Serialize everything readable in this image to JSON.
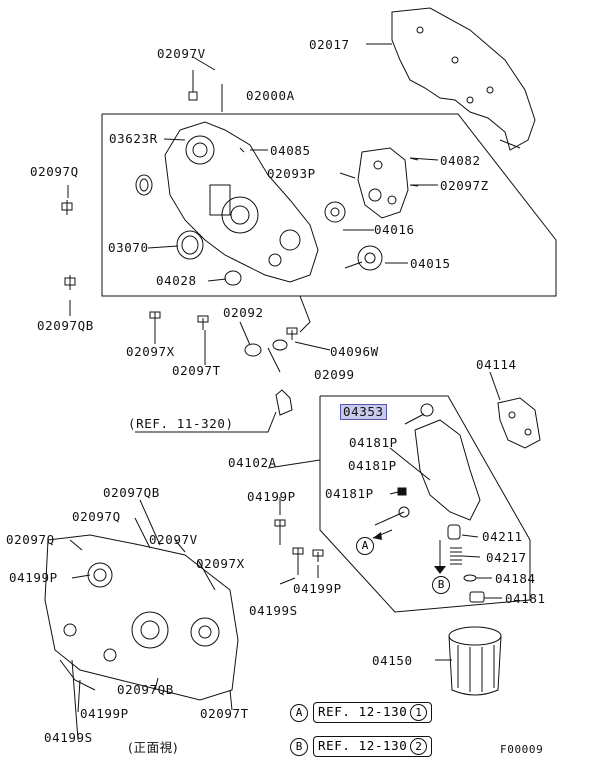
{
  "part_labels": {
    "p02017": "02017",
    "p02097V_top": "02097V",
    "p02000A": "02000A",
    "p03623R": "03623R",
    "p04085": "04085",
    "p04082": "04082",
    "p02093P": "02093P",
    "p02097Z": "02097Z",
    "p02097Q_left": "02097Q",
    "p04016": "04016",
    "p03070": "03070",
    "p04015": "04015",
    "p04028": "04028",
    "p02097QB_left": "02097QB",
    "p02092": "02092",
    "p02097X_mid": "02097X",
    "p04096W": "04096W",
    "p02097T_mid": "02097T",
    "p02099": "02099",
    "p04114": "04114",
    "p04353": "04353",
    "p04181P_a": "04181P",
    "p04102A": "04102A",
    "p04181P_b": "04181P",
    "p04181P_c": "04181P",
    "p02097QB_bot": "02097QB",
    "p02097Q_bot1": "02097Q",
    "p02097Q_bot2": "02097Q",
    "p04199P_r1": "04199P",
    "p02097V_bot": "02097V",
    "p04211": "04211",
    "p04199P_l": "04199P",
    "p02097X_bot": "02097X",
    "p04217": "04217",
    "p04199P_r2": "04199P",
    "p04184": "04184",
    "p04199S_r": "04199S",
    "p04181": "04181",
    "p04150": "04150",
    "p02097QB_bot2": "02097QB",
    "p04199P_bot": "04199P",
    "p02097T_bot": "02097T",
    "p04199S_bot": "04199S"
  },
  "ref_note": "(REF. 11-320)",
  "bubble_A": "A",
  "bubble_B": "B",
  "refs": [
    {
      "letter": "A",
      "text": "REF. 12-130",
      "num": "1"
    },
    {
      "letter": "B",
      "text": "REF. 12-130",
      "num": "2"
    }
  ],
  "front_view_caption": "(正面視)",
  "figure_code": "F00009"
}
